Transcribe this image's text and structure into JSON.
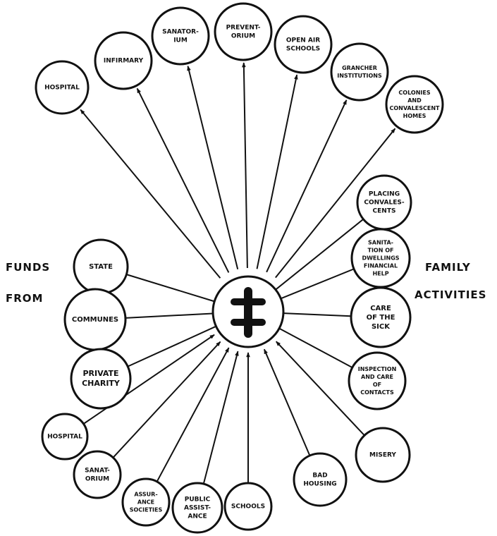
{
  "labels": {
    "left_1": "FUNDS",
    "left_2": "FROM",
    "right_1": "FAMILY",
    "right_2": "ACTIVITIES"
  },
  "center": {
    "name": "center-cross-emblem",
    "symbol": "double-barred-cross-icon"
  },
  "top_nodes": [
    {
      "id": "hospital-top",
      "lines": [
        "HOSPITAL"
      ]
    },
    {
      "id": "infirmary",
      "lines": [
        "INFIRMARY"
      ]
    },
    {
      "id": "sanatorium-top",
      "lines": [
        "SANATOR-",
        "IUM"
      ]
    },
    {
      "id": "preventorium",
      "lines": [
        "PREVENT-",
        "ORIUM"
      ]
    },
    {
      "id": "open-air-schools",
      "lines": [
        "OPEN AIR",
        "SCHOOLS"
      ]
    },
    {
      "id": "grancher-institutions",
      "lines": [
        "GRANCHER",
        "INSTITUTIONS"
      ]
    },
    {
      "id": "colonies-convalescent-homes",
      "lines": [
        "COLONIES",
        "AND",
        "CONVALESCENT",
        "HOMES"
      ]
    }
  ],
  "left_nodes": [
    {
      "id": "state",
      "lines": [
        "STATE"
      ]
    },
    {
      "id": "communes",
      "lines": [
        "COMMUNES"
      ]
    },
    {
      "id": "private-charity",
      "lines": [
        "PRIVATE",
        "CHARITY"
      ]
    }
  ],
  "right_nodes": [
    {
      "id": "placing-convalescents",
      "lines": [
        "PLACING",
        "CONVALES-",
        "CENTS"
      ]
    },
    {
      "id": "sanitation-financial-help",
      "lines": [
        "SANITA-",
        "TION OF",
        "DWELLINGS",
        "FINANCIAL",
        "HELP"
      ]
    },
    {
      "id": "care-of-the-sick",
      "lines": [
        "CARE",
        "OF THE",
        "SICK"
      ]
    },
    {
      "id": "inspection-care-contacts",
      "lines": [
        "INSPECTION",
        "AND CARE",
        "OF",
        "CONTACTS"
      ]
    }
  ],
  "bottom_nodes": [
    {
      "id": "hospital-bottom",
      "lines": [
        "HOSPITAL"
      ]
    },
    {
      "id": "sanatorium-bottom",
      "lines": [
        "SANAT-",
        "ORIUM"
      ]
    },
    {
      "id": "assurance-societies",
      "lines": [
        "ASSUR-",
        "ANCE",
        "SOCIETIES"
      ]
    },
    {
      "id": "public-assistance",
      "lines": [
        "PUBLIC",
        "ASSIST-",
        "ANCE"
      ]
    },
    {
      "id": "schools",
      "lines": [
        "SCHOOLS"
      ]
    },
    {
      "id": "bad-housing",
      "lines": [
        "BAD",
        "HOUSING"
      ]
    },
    {
      "id": "misery",
      "lines": [
        "MISERY"
      ]
    }
  ]
}
